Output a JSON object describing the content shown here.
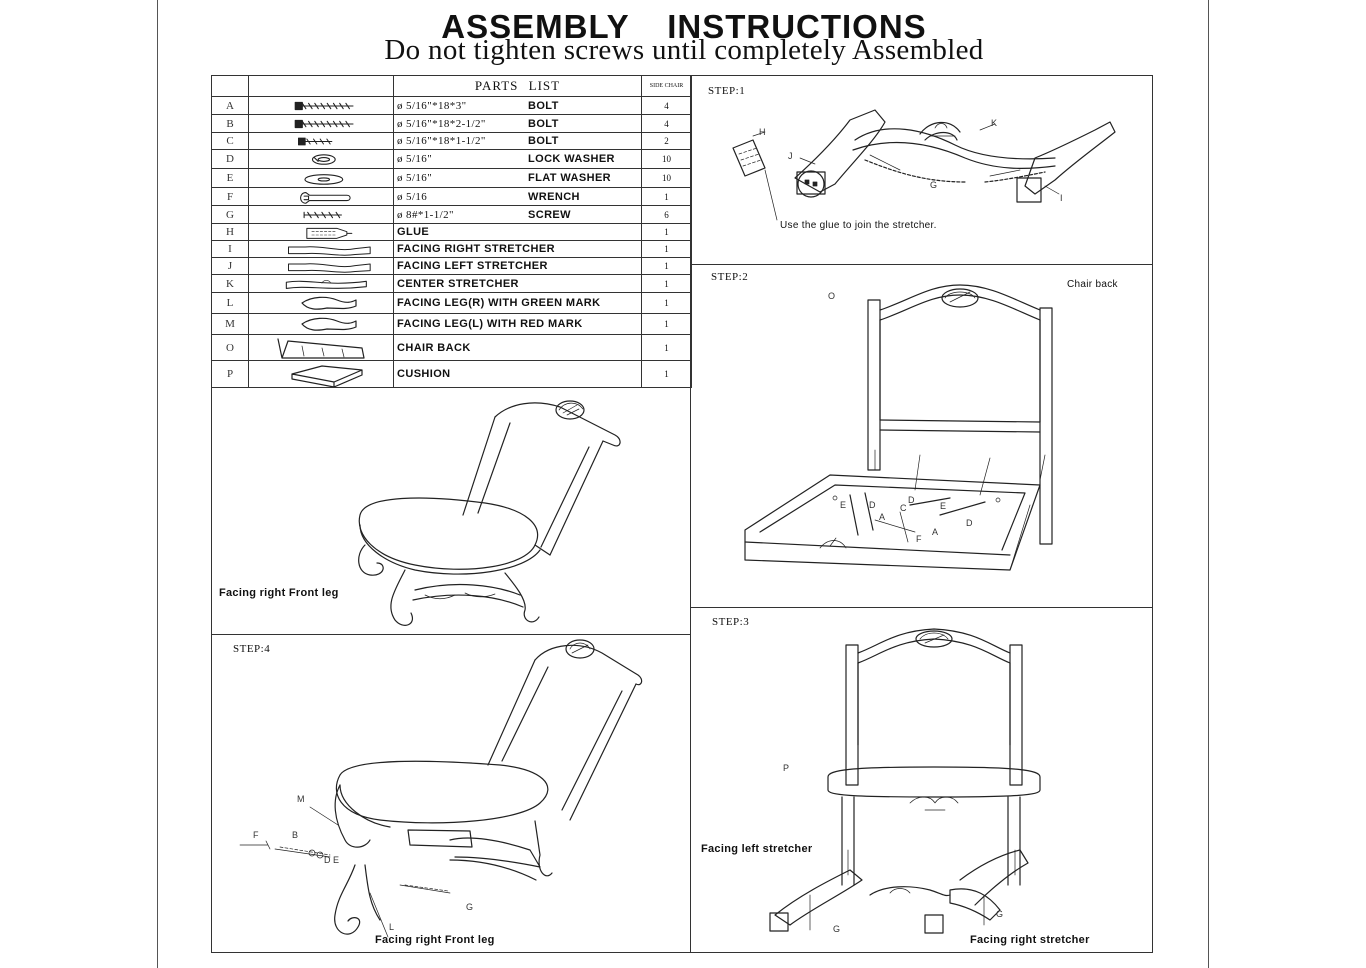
{
  "header": {
    "title": "ASSEMBLY INSTRUCTIONS",
    "subtitle": "Do not tighten screws until completely Assembled"
  },
  "parts_list": {
    "title": "PARTS LIST",
    "qty_header": "SIDE CHAIR",
    "rows": [
      {
        "letter": "A",
        "size": "ø 5/16\"*18*3\"",
        "name": "BOLT",
        "qty": "4",
        "icon": "bolt-icon"
      },
      {
        "letter": "B",
        "size": "ø 5/16\"*18*2-1/2\"",
        "name": "BOLT",
        "qty": "4",
        "icon": "bolt-icon"
      },
      {
        "letter": "C",
        "size": "ø 5/16\"*18*1-1/2\"",
        "name": "BOLT",
        "qty": "2",
        "icon": "short-bolt-icon"
      },
      {
        "letter": "D",
        "size": "ø 5/16\"",
        "name": "LOCK WASHER",
        "qty": "10",
        "icon": "lock-washer-icon"
      },
      {
        "letter": "E",
        "size": "ø 5/16\"",
        "name": "FLAT WASHER",
        "qty": "10",
        "icon": "flat-washer-icon"
      },
      {
        "letter": "F",
        "size": "ø 5/16",
        "name": "WRENCH",
        "qty": "1",
        "icon": "wrench-icon"
      },
      {
        "letter": "G",
        "size": "ø 8#*1-1/2\"",
        "name": "SCREW",
        "qty": "6",
        "icon": "screw-icon"
      },
      {
        "letter": "H",
        "desc": "GLUE",
        "qty": "1",
        "icon": "glue-icon"
      },
      {
        "letter": "I",
        "desc": "FACING RIGHT STRETCHER",
        "qty": "1",
        "icon": "stretcher-icon"
      },
      {
        "letter": "J",
        "desc": "FACING LEFT STRETCHER",
        "qty": "1",
        "icon": "stretcher-icon"
      },
      {
        "letter": "K",
        "desc": "CENTER STRETCHER",
        "qty": "1",
        "icon": "center-stretcher-icon"
      },
      {
        "letter": "L",
        "desc": "FACING LEG(R) WITH GREEN MARK",
        "qty": "1",
        "icon": "leg-icon"
      },
      {
        "letter": "M",
        "desc": "FACING LEG(L) WITH RED MARK",
        "qty": "1",
        "icon": "leg-icon"
      },
      {
        "letter": "O",
        "desc": "CHAIR BACK",
        "qty": "1",
        "icon": "chair-back-icon"
      },
      {
        "letter": "P",
        "desc": "CUSHION",
        "qty": "1",
        "icon": "cushion-icon"
      }
    ]
  },
  "panels": {
    "overview": {
      "note": "Facing right Front leg"
    },
    "step1": {
      "label": "STEP:1",
      "note": "Use the glue to join the stretcher.",
      "callouts": {
        "h": "H",
        "j": "J",
        "k": "K",
        "g": "G",
        "i": "I"
      }
    },
    "step2": {
      "label": "STEP:2",
      "note": "Chair back",
      "callouts": {
        "o": "O",
        "e1": "E",
        "d1": "D",
        "a1": "A",
        "d2": "D",
        "c": "C",
        "e2": "E",
        "d3": "D",
        "a2": "A",
        "f": "F"
      }
    },
    "step3": {
      "label": "STEP:3",
      "note_left": "Facing left stretcher",
      "note_right": "Facing right stretcher",
      "callouts": {
        "p": "P",
        "g1": "G",
        "g2": "G"
      }
    },
    "step4": {
      "label": "STEP:4",
      "note": "Facing right Front leg",
      "callouts": {
        "m": "M",
        "f": "F",
        "b": "B",
        "de": "D E",
        "g": "G",
        "l": "L"
      }
    }
  }
}
